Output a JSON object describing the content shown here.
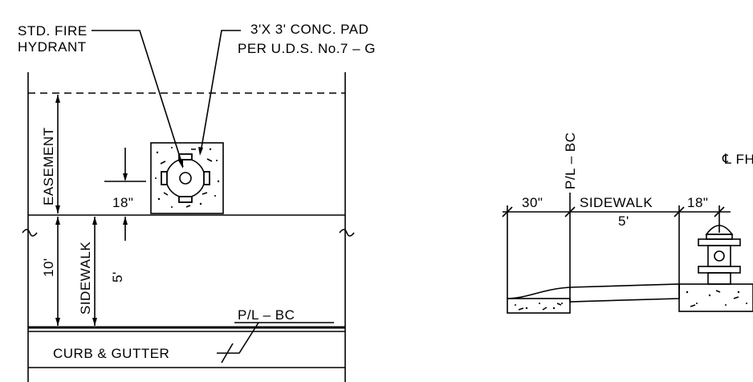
{
  "plan_view": {
    "hydrant_label_line1": "STD. FIRE",
    "hydrant_label_line2": "HYDRANT",
    "pad_label_line1": "3'X 3' CONC. PAD",
    "pad_label_line2": "PER U.D.S. No.7 – G",
    "easement_label": "EASEMENT",
    "sidewalk_label": "SIDEWALK",
    "dim_10ft": "10'",
    "dim_5ft": "5'",
    "dim_18in": "18\"",
    "property_line_label": "P/L – BC",
    "curb_label": "CURB & GUTTER"
  },
  "section_view": {
    "property_line_label": "P/L – BC",
    "dim_30in": "30\"",
    "sidewalk_label": "SIDEWALK",
    "dim_5ft": "5'",
    "dim_18in": "18\"",
    "centerline_label": "℄ FH"
  }
}
